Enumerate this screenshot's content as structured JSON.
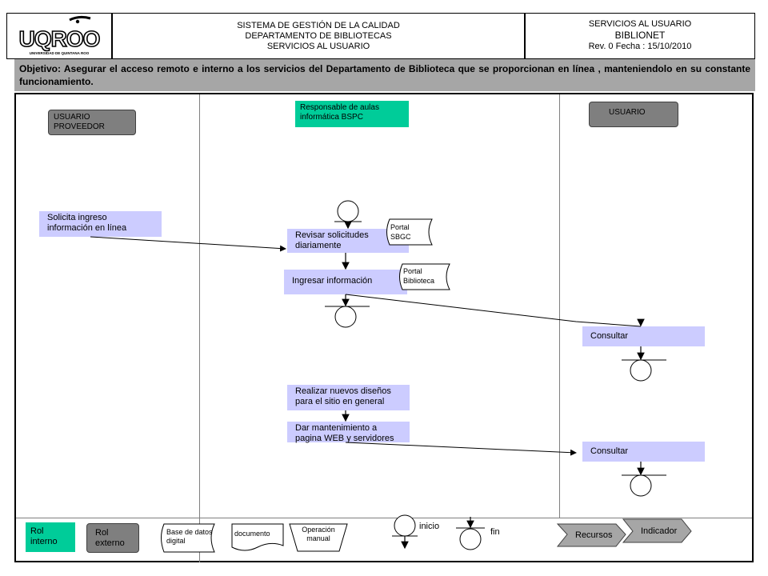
{
  "header": {
    "logo_text": "UQROO",
    "logo_subtitle": "UNIVERSIDAD DE QUINTANA ROO",
    "system_line1": "SISTEMA DE GESTIÓN DE LA CALIDAD",
    "system_line2": "DEPARTAMENTO DE BIBLIOTECAS",
    "system_line3": "SERVICIOS AL USUARIO",
    "right_line1": "SERVICIOS AL USUARIO",
    "right_line2": "BIBLIONET",
    "right_line3": "Rev. 0  Fecha : 15/10/2010"
  },
  "objective": "Objetivo:  Asegurar el acceso remoto e interno a los servicios del Departamento  de Biblioteca que se proporcionan en línea , manteniendolo en su constante  funcionamiento.",
  "lanes": {
    "left_role": "USUARIO PROVEEDOR",
    "middle_role": "Responsable de aulas informática BSPC",
    "right_role": "USUARIO"
  },
  "tasks": {
    "solicita": "Solicita ingreso información en línea",
    "revisar": "Revisar solicitudes diariamente",
    "ingresar": "Ingresar información",
    "consultar1": "Consultar",
    "realizar": "Realizar nuevos diseños para el sitio en general",
    "mantenimiento": "Dar mantenimiento a pagina WEB y servidores",
    "consultar2": "Consultar"
  },
  "resources": {
    "portal_sbgc": "Portal SBGC",
    "portal_biblioteca": "Portal Biblioteca"
  },
  "legend": {
    "rol_interno": "Rol interno",
    "rol_externo": "Rol externo",
    "base_datos": "Base de datos digital",
    "documento": "documento",
    "operacion": "Operación manual",
    "inicio": "inicio",
    "fin": "fin",
    "recursos": "Recursos",
    "indicador": "Indicador"
  }
}
